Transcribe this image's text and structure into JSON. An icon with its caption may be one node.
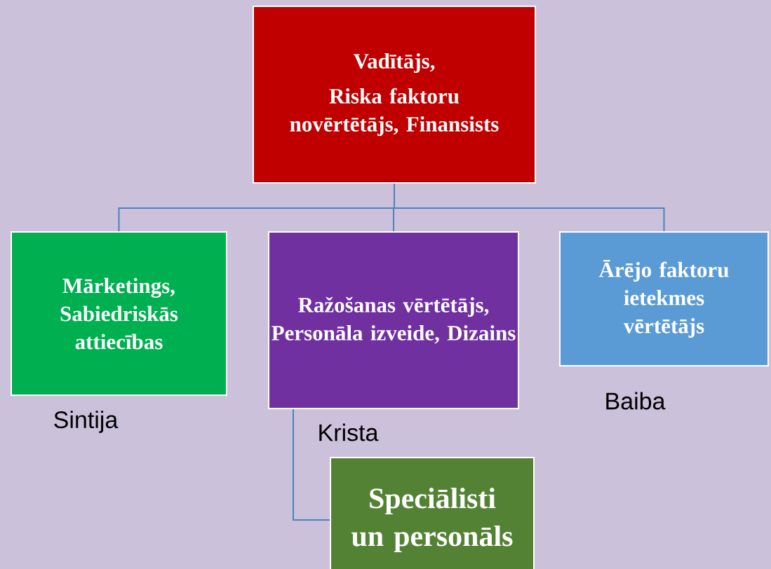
{
  "diagram": {
    "nodes": [
      {
        "text": [
          "Vadītājs,",
          "Riska faktoru novērtētājs, Finansists"
        ]
      },
      {
        "text": [
          "Mārketings, Sabiedriskās attiecības"
        ],
        "beside": [
          "Sintija"
        ]
      },
      {
        "text": [
          "Ražošanas vērtētājs, Personāla izveide, Dizains"
        ],
        "beside": [
          "Krista"
        ]
      },
      {
        "text": [
          "Ārējo faktoru ietekmes vērtētājs"
        ],
        "beside": [
          "Baiba"
        ]
      },
      {
        "text": [
          "Speciālisti un personāls"
        ]
      }
    ],
    "edges": [
      {
        "from": 0,
        "to": 1,
        "arrow": "none"
      },
      {
        "from": 0,
        "to": 2,
        "arrow": "none"
      },
      {
        "from": 0,
        "to": 3,
        "arrow": "none"
      },
      {
        "from": 2,
        "to": 4,
        "arrow": "none"
      }
    ]
  }
}
